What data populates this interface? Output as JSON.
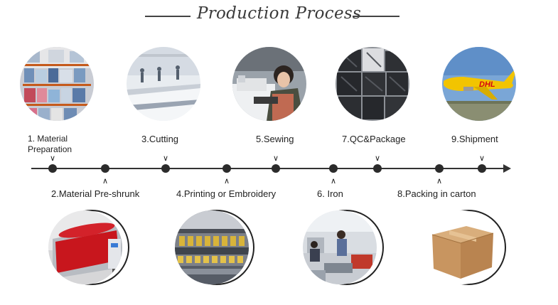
{
  "title": "Production Process",
  "steps": [
    {
      "num": "1.",
      "label": "Material",
      "label2": "Preparation",
      "photo": "warehouse-shelves-photo"
    },
    {
      "label": "2.Material Pre-shrunk",
      "photo": "fabric-shrinking-machine-photo"
    },
    {
      "label": "3.Cutting",
      "photo": "cutting-room-photo"
    },
    {
      "label": "4.Printing or Embroidery",
      "photo": "embroidery-machine-photo"
    },
    {
      "label": "5.Sewing",
      "photo": "sewing-worker-photo"
    },
    {
      "label": "6. Iron",
      "photo": "ironing-workshop-photo"
    },
    {
      "label": "7.QC&Package",
      "photo": "packaged-garments-photo"
    },
    {
      "label": "8.Packing in carton",
      "photo": "cardboard-box-photo"
    },
    {
      "label": "9.Shipment",
      "photo": "cargo-airplane-photo"
    }
  ],
  "plane_text": "DHL",
  "colors": {
    "line": "#333333",
    "dot": "#2b2b2b",
    "title": "#3a3a3a"
  }
}
